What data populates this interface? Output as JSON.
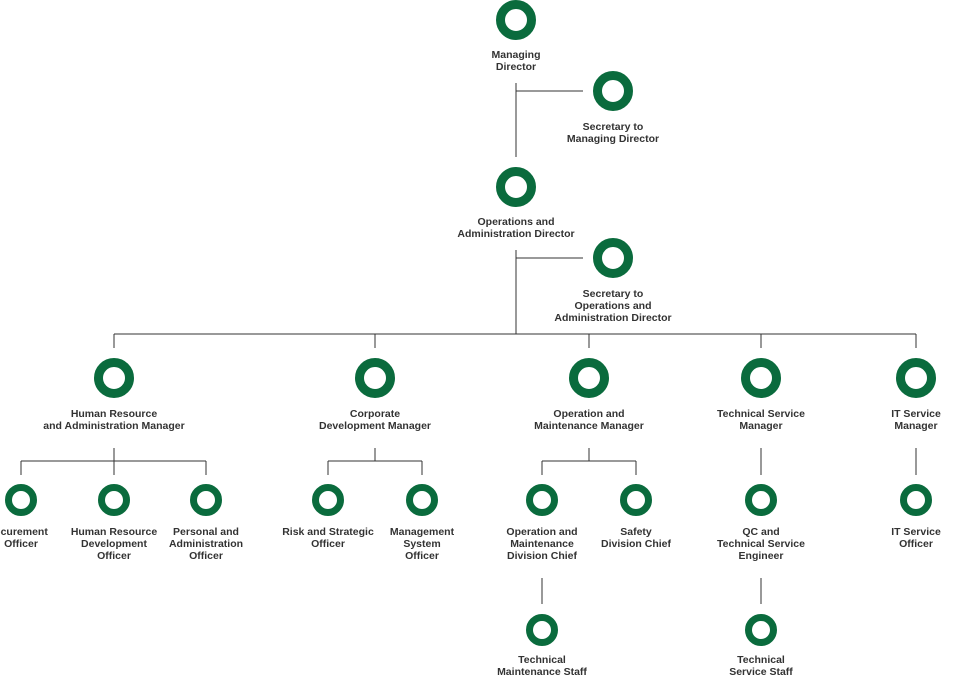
{
  "colors": {
    "node": "#0a6b3d",
    "line": "#333333",
    "text": "#333333"
  },
  "nodes": [
    {
      "id": "md",
      "label": [
        "Managing",
        "Director"
      ]
    },
    {
      "id": "sec_md",
      "label": [
        "Secretary to",
        "Managing Director"
      ]
    },
    {
      "id": "oad",
      "label": [
        "Operations and",
        "Administration Director"
      ]
    },
    {
      "id": "sec_oad",
      "label": [
        "Secretary to",
        "Operations and",
        "Administration Director"
      ]
    },
    {
      "id": "hr_mgr",
      "label": [
        "Human Resource",
        "and Administration Manager"
      ]
    },
    {
      "id": "corp_mgr",
      "label": [
        "Corporate",
        "Development Manager"
      ]
    },
    {
      "id": "om_mgr",
      "label": [
        "Operation and",
        "Maintenance Manager"
      ]
    },
    {
      "id": "ts_mgr",
      "label": [
        "Technical Service",
        "Manager"
      ]
    },
    {
      "id": "it_mgr",
      "label": [
        "IT Service",
        "Manager"
      ]
    },
    {
      "id": "proc_off",
      "label": [
        "ocurement",
        "Officer"
      ]
    },
    {
      "id": "hrd_off",
      "label": [
        "Human Resource",
        "Development",
        "Officer"
      ]
    },
    {
      "id": "pa_off",
      "label": [
        "Personal and",
        "Administration",
        "Officer"
      ]
    },
    {
      "id": "risk_off",
      "label": [
        "Risk and Strategic",
        "Officer"
      ]
    },
    {
      "id": "mgmt_off",
      "label": [
        "Management",
        "System",
        "Officer"
      ]
    },
    {
      "id": "omd_chief",
      "label": [
        "Operation and",
        "Maintenance",
        "Division Chief"
      ]
    },
    {
      "id": "safety_chief",
      "label": [
        "Safety",
        "Division Chief"
      ]
    },
    {
      "id": "qc_eng",
      "label": [
        "QC and",
        "Technical Service",
        "Engineer"
      ]
    },
    {
      "id": "it_off",
      "label": [
        "IT Service",
        "Officer"
      ]
    },
    {
      "id": "tm_staff",
      "label": [
        "Technical",
        "Maintenance Staff"
      ]
    },
    {
      "id": "ts_staff",
      "label": [
        "Technical",
        "Service Staff"
      ]
    }
  ]
}
